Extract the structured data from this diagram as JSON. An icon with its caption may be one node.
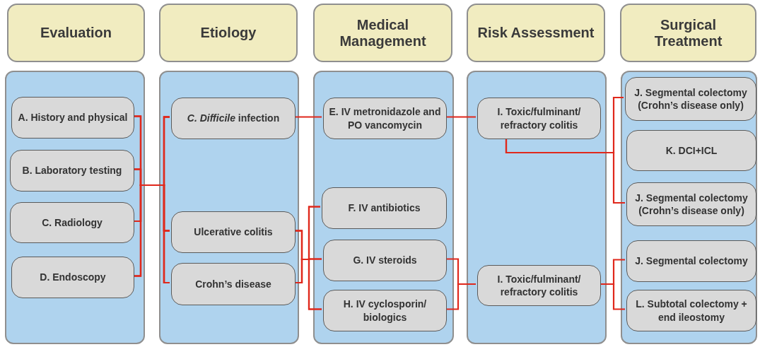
{
  "diagram": {
    "nodes": [
      {
        "text": [
          "Evaluation"
        ]
      },
      {
        "text": [
          "Etiology"
        ]
      },
      {
        "text": [
          "Medical Management"
        ]
      },
      {
        "text": [
          "Risk Assessment"
        ]
      },
      {
        "text": [
          "Surgical Treatment"
        ]
      },
      {
        "text": [],
        "shape": "box"
      },
      {
        "text": [
          "A. History and physical"
        ],
        "in": 5
      },
      {
        "text": [
          "B. Laboratory testing"
        ],
        "in": 5
      },
      {
        "text": [
          "C. Radiology"
        ],
        "in": 5
      },
      {
        "text": [
          "D. Endoscopy"
        ],
        "in": 5
      },
      {
        "text": [],
        "shape": "box"
      },
      {
        "text": [
          "*C. Difficile* infection"
        ],
        "in": 10
      },
      {
        "text": [
          "Ulcerative colitis"
        ],
        "in": 10
      },
      {
        "text": [
          "Crohn’s disease"
        ],
        "in": 10
      },
      {
        "text": [],
        "shape": "box"
      },
      {
        "text": [
          "E. IV metronidazole and PO vancomycin"
        ],
        "in": 14
      },
      {
        "text": [
          "F. IV antibiotics"
        ],
        "in": 14
      },
      {
        "text": [
          "G. IV steroids"
        ],
        "in": 14
      },
      {
        "text": [
          "H. IV cyclosporin/ biologics"
        ],
        "in": 14
      },
      {
        "text": [],
        "shape": "box"
      },
      {
        "text": [
          "I. Toxic/fulminant/ refractory colitis"
        ],
        "in": 19
      },
      {
        "text": [
          "I. Toxic/fulminant/ refractory colitis"
        ],
        "in": 19
      },
      {
        "text": [],
        "shape": "box"
      },
      {
        "text": [
          "J. Segmental colectomy (Crohn’s disease only)"
        ],
        "in": 22
      },
      {
        "text": [
          "K. DCI+ICL"
        ],
        "in": 22
      },
      {
        "text": [
          "J. Segmental colectomy (Crohn’s disease only)"
        ],
        "in": 22
      },
      {
        "text": [
          "J. Segmental colectomy"
        ],
        "in": 22
      },
      {
        "text": [
          "L. Subtotal colectomy + end ileostomy"
        ],
        "in": 22
      }
    ],
    "edges": [
      {
        "from": 6,
        "to": 11,
        "arrow": "none"
      },
      {
        "from": 6,
        "to": 12,
        "arrow": "none"
      },
      {
        "from": 6,
        "to": 13,
        "arrow": "none"
      },
      {
        "from": 7,
        "to": 11,
        "arrow": "none"
      },
      {
        "from": 7,
        "to": 12,
        "arrow": "none"
      },
      {
        "from": 7,
        "to": 13,
        "arrow": "none"
      },
      {
        "from": 8,
        "to": 11,
        "arrow": "none"
      },
      {
        "from": 8,
        "to": 12,
        "arrow": "none"
      },
      {
        "from": 8,
        "to": 13,
        "arrow": "none"
      },
      {
        "from": 9,
        "to": 11,
        "arrow": "none"
      },
      {
        "from": 9,
        "to": 12,
        "arrow": "none"
      },
      {
        "from": 9,
        "to": 13,
        "arrow": "none"
      },
      {
        "from": 11,
        "to": 15,
        "arrow": "none"
      },
      {
        "from": 15,
        "to": 20,
        "arrow": "none"
      },
      {
        "from": 20,
        "to": 23,
        "arrow": "none"
      },
      {
        "from": 20,
        "to": 25,
        "arrow": "none"
      },
      {
        "from": 12,
        "to": 16,
        "arrow": "none"
      },
      {
        "from": 12,
        "to": 17,
        "arrow": "none"
      },
      {
        "from": 12,
        "to": 18,
        "arrow": "none"
      },
      {
        "from": 13,
        "to": 16,
        "arrow": "none"
      },
      {
        "from": 13,
        "to": 17,
        "arrow": "none"
      },
      {
        "from": 13,
        "to": 18,
        "arrow": "none"
      },
      {
        "from": 17,
        "to": 21,
        "arrow": "none"
      },
      {
        "from": 18,
        "to": 21,
        "arrow": "none"
      },
      {
        "from": 21,
        "to": 26,
        "arrow": "none"
      },
      {
        "from": 21,
        "to": 27,
        "arrow": "none"
      }
    ]
  }
}
